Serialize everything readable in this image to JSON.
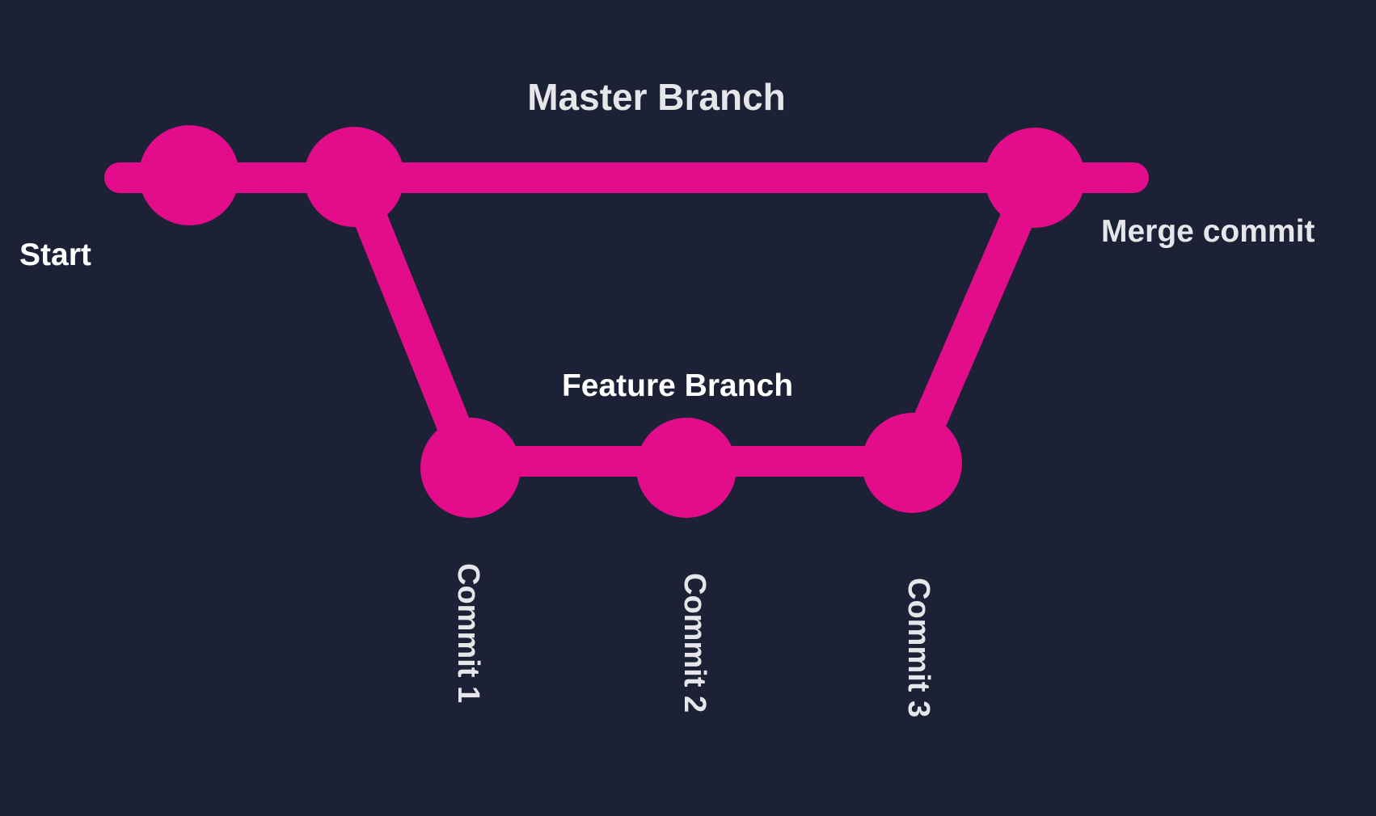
{
  "colors": {
    "background": "#1c2135",
    "branch": "#e30d8c",
    "label_primary": "#ffffff",
    "label_muted": "#e6e6ea"
  },
  "labels": {
    "master_branch": "Master Branch",
    "feature_branch": "Feature Branch",
    "start": "Start",
    "merge_commit": "Merge commit",
    "commit_1": "Commit 1",
    "commit_2": "Commit 2",
    "commit_3": "Commit 3"
  }
}
